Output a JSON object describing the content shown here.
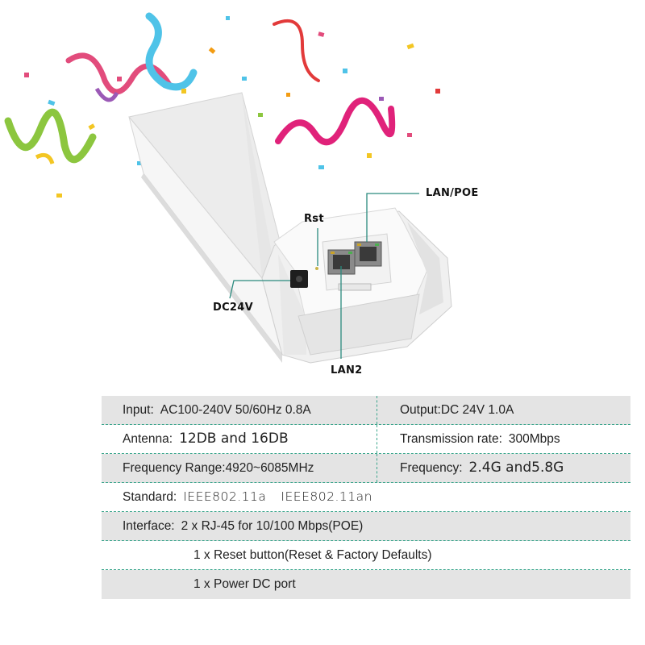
{
  "callouts": {
    "lan_poe": "LAN/POE",
    "rst": "Rst",
    "dc24v": "DC24V",
    "lan2": "LAN2"
  },
  "specs": {
    "input": {
      "label": "Input:",
      "value": "AC100-240V  50/60Hz  0.8A"
    },
    "output": {
      "label": "Output:",
      "value": "DC 24V  1.0A"
    },
    "antenna": {
      "label": "Antenna:",
      "value": "12DB and 16DB"
    },
    "transmission": {
      "label": "Transmission rate:",
      "value": "300Mbps"
    },
    "freq_range": {
      "label": "Frequency Range:",
      "value": "4920~6085MHz"
    },
    "frequency": {
      "label": "Frequency:",
      "value": "2.4G and5.8G"
    },
    "standard": {
      "label": "Standard:",
      "value_a": "IEEE802.11a",
      "value_b": "IEEE802.11an"
    },
    "interface": {
      "label": "Interface:",
      "line1": "2 x RJ-45 for 10/100 Mbps(POE)",
      "line2": "1 x Reset button(Reset & Factory Defaults)",
      "line3": "1 x Power DC port"
    }
  },
  "colors": {
    "accent_line": "#3aa58c",
    "row_shade": "#e4e4e4",
    "callout_line": "#2a8a7e"
  }
}
